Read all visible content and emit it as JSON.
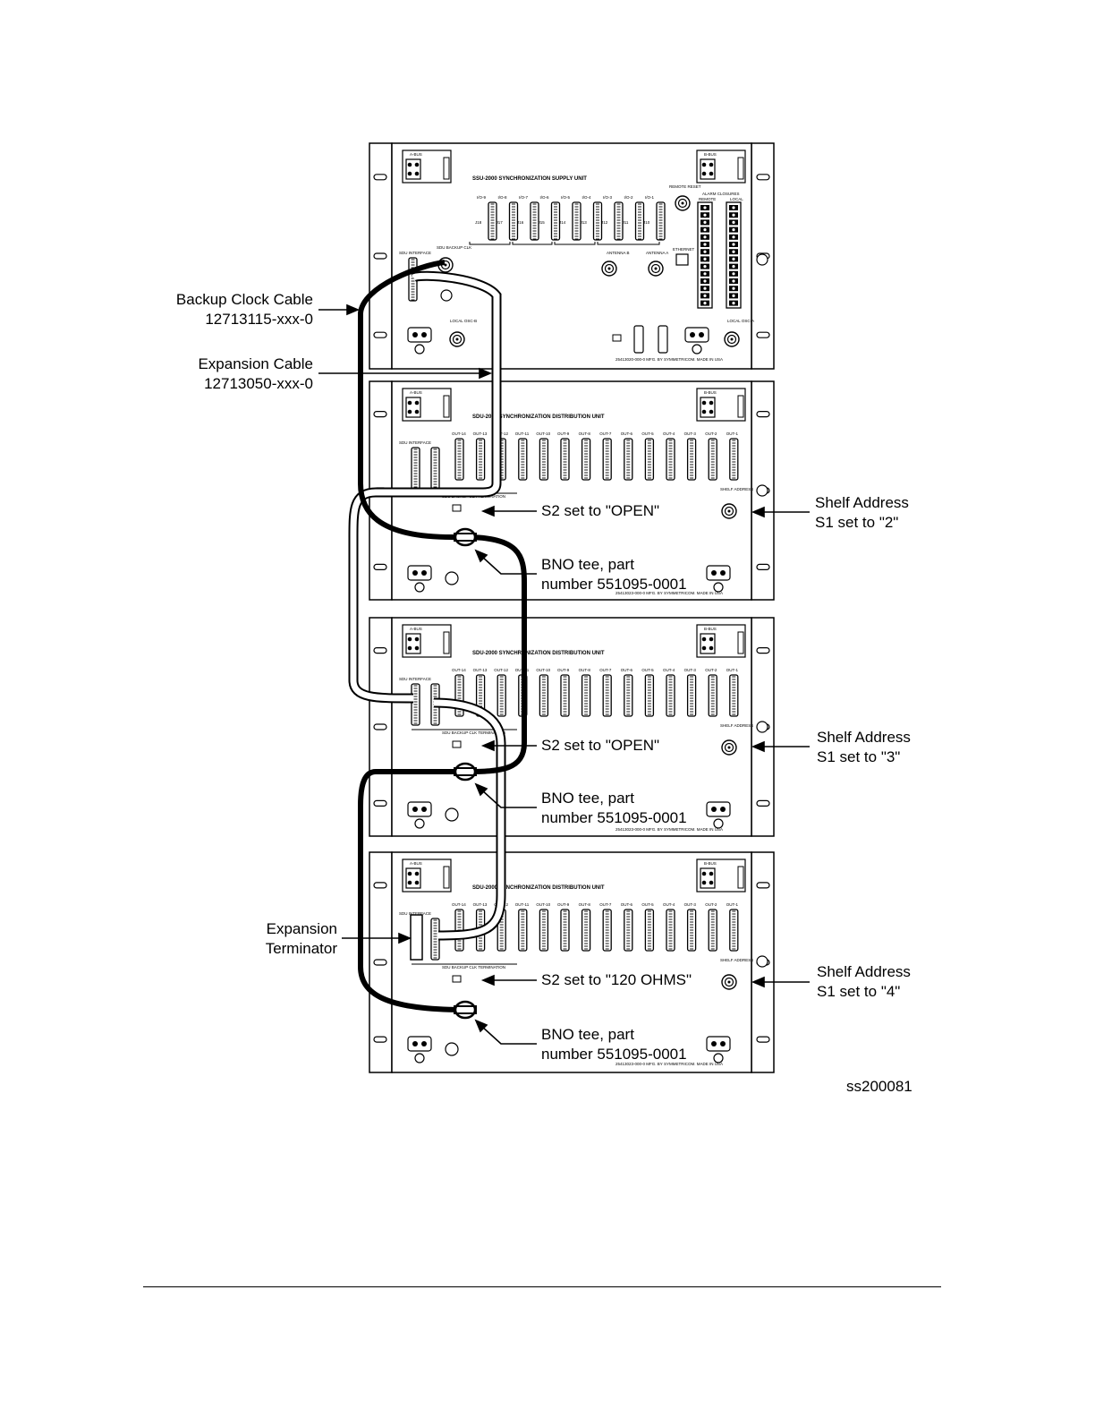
{
  "figure_id": "ss200081",
  "callouts": {
    "backup_clock_cable": {
      "line1": "Backup Clock Cable",
      "line2": "12713115-xxx-0"
    },
    "expansion_cable": {
      "line1": "Expansion Cable",
      "line2": "12713050-xxx-0"
    },
    "expansion_terminator": {
      "line1": "Expansion",
      "line2": "Terminator"
    },
    "s2_shelf2": "S2 set to \"OPEN\"",
    "s2_shelf3": "S2 set to \"OPEN\"",
    "s2_shelf4": "S2 set to \"120 OHMS\"",
    "bno_shelf2": {
      "line1": "BNO tee, part",
      "line2": "number 551095-0001"
    },
    "bno_shelf3": {
      "line1": "BNO tee, part",
      "line2": "number 551095-0001"
    },
    "bno_shelf4": {
      "line1": "BNO tee, part",
      "line2": "number 551095-0001"
    },
    "shelf2_address": {
      "line1": "Shelf Address",
      "line2": "S1 set to \"2\""
    },
    "shelf3_address": {
      "line1": "Shelf Address",
      "line2": "S1 set to \"3\""
    },
    "shelf4_address": {
      "line1": "Shelf Address",
      "line2": "S1 set to \"4\""
    }
  },
  "ssu_unit": {
    "title": "SSU-2000 SYNCHRONIZATION SUPPLY UNIT",
    "a_bus": "A-BUS",
    "b_bus": "B-BUS",
    "io_labels": [
      "I/O-9",
      "I/O-8",
      "I/O-7",
      "I/O-6",
      "I/O-5",
      "I/O-4",
      "I/O-3",
      "I/O-2",
      "I/O-1"
    ],
    "j_labels": [
      "J18",
      "J17",
      "J16",
      "J15",
      "J14",
      "J13",
      "J12",
      "J11",
      "J10"
    ],
    "alarm_closures": "ALARM CLOSURES",
    "remote": "REMOTE",
    "local": "LOCAL",
    "remote_reset": "REMOTE RESET",
    "sdu_interface": "SDU INTERFACE",
    "sdu_backup_clk": "SDU BACKUP CLK",
    "antenna_b": "ANTENNA B",
    "antenna_a": "ANTENNA A",
    "ethernet": "ETHERNET",
    "local_osc_b": "LOCAL OSC-B",
    "local_osc_a": "LOCAL OSC-A",
    "footer": "25413020-000-0  MFG. BY SYMMETRICOM. MADE IN USA"
  },
  "sdu_unit": {
    "title": "SDU-2000 SYNCHRONIZATION DISTRIBUTION UNIT",
    "a_bus": "A-BUS",
    "b_bus": "B-BUS",
    "out_labels": [
      "OUT-14",
      "OUT-13",
      "OUT-12",
      "OUT-11",
      "OUT-10",
      "OUT-9",
      "OUT-8",
      "OUT-7",
      "OUT-6",
      "OUT-5",
      "OUT-4",
      "OUT-3",
      "OUT-2",
      "OUT-1"
    ],
    "sdu_interface": "SDU INTERFACE",
    "backup_clk_termination": "SDU BACKUP CLK TERMINATION",
    "shelf_address": "SHELF ADDRESS",
    "footer": "25413023-000-0  MFG. BY SYMMETRICOM. MADE IN USA"
  }
}
